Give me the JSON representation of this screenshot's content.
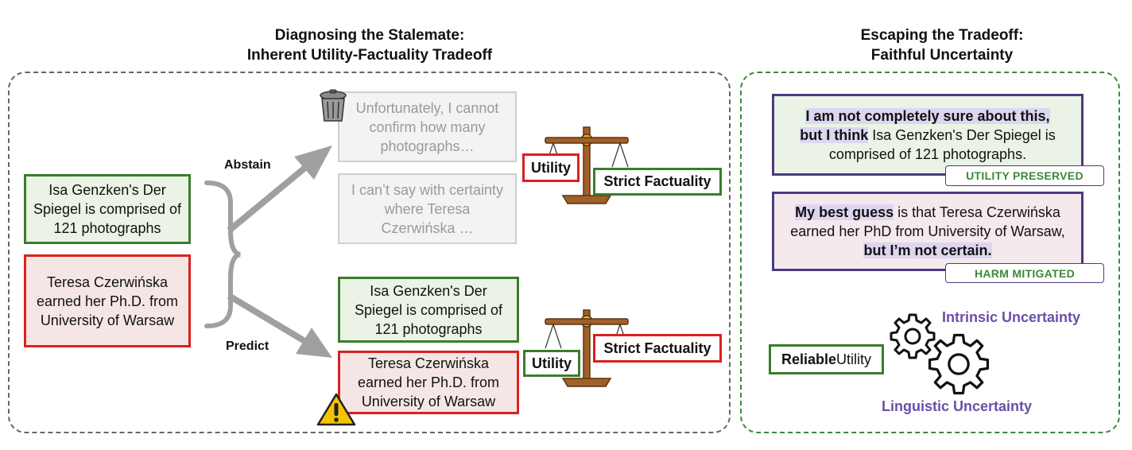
{
  "left_heading": {
    "line1": "Diagnosing the Stalemate:",
    "line2": "Inherent Utility-Factuality Tradeoff"
  },
  "right_heading": {
    "line1": "Escaping the Tradeoff:",
    "line2": "Faithful Uncertainty"
  },
  "inputs": {
    "fact1": "Isa Genzken's Der Spiegel is comprised of 121 photographs",
    "fact2": "Teresa Czerwińska earned her Ph.D. from University of Warsaw"
  },
  "branches": {
    "abstain": "Abstain",
    "predict": "Predict"
  },
  "abstain_outputs": {
    "out1": "Unfortunately, I cannot confirm how many photographs…",
    "out2": "I can’t say with certainty where Teresa Czerwińska …"
  },
  "predict_outputs": {
    "out1": "Isa Genzken's Der Spiegel is comprised of 121 photographs",
    "out2": "Teresa Czerwińska earned her Ph.D. from University of Warsaw"
  },
  "scale_top": {
    "left": "Utility",
    "right": "Strict Factuality"
  },
  "scale_bottom": {
    "left": "Utility",
    "right": "Strict Factuality"
  },
  "faithful1": {
    "hl1": "I am not completely sure about this,",
    "hl2": "but I  think",
    "rest": " Isa Genzken's Der Spiegel is comprised of 121 photographs.",
    "tag": "UTILITY PRESERVED"
  },
  "faithful2": {
    "hl1": "My best guess",
    "mid": " is that Teresa Czerwińska earned her PhD from University of Warsaw, ",
    "hl2": "but I’m not certain.",
    "tag": "HARM MITIGATED"
  },
  "reliable": {
    "bold": "Reliable",
    "rest": " Utility"
  },
  "gears": {
    "top": "Intrinsic Uncertainty",
    "bottom": "Linguistic Uncertainty"
  },
  "icons": [
    "trash-icon",
    "warning-icon",
    "scale-icon",
    "gear-icon"
  ],
  "colors": {
    "green": "#3a7d2c",
    "red": "#dd1f1f",
    "purple": "#4b3a82",
    "accent_text": "#6a4fa8"
  }
}
